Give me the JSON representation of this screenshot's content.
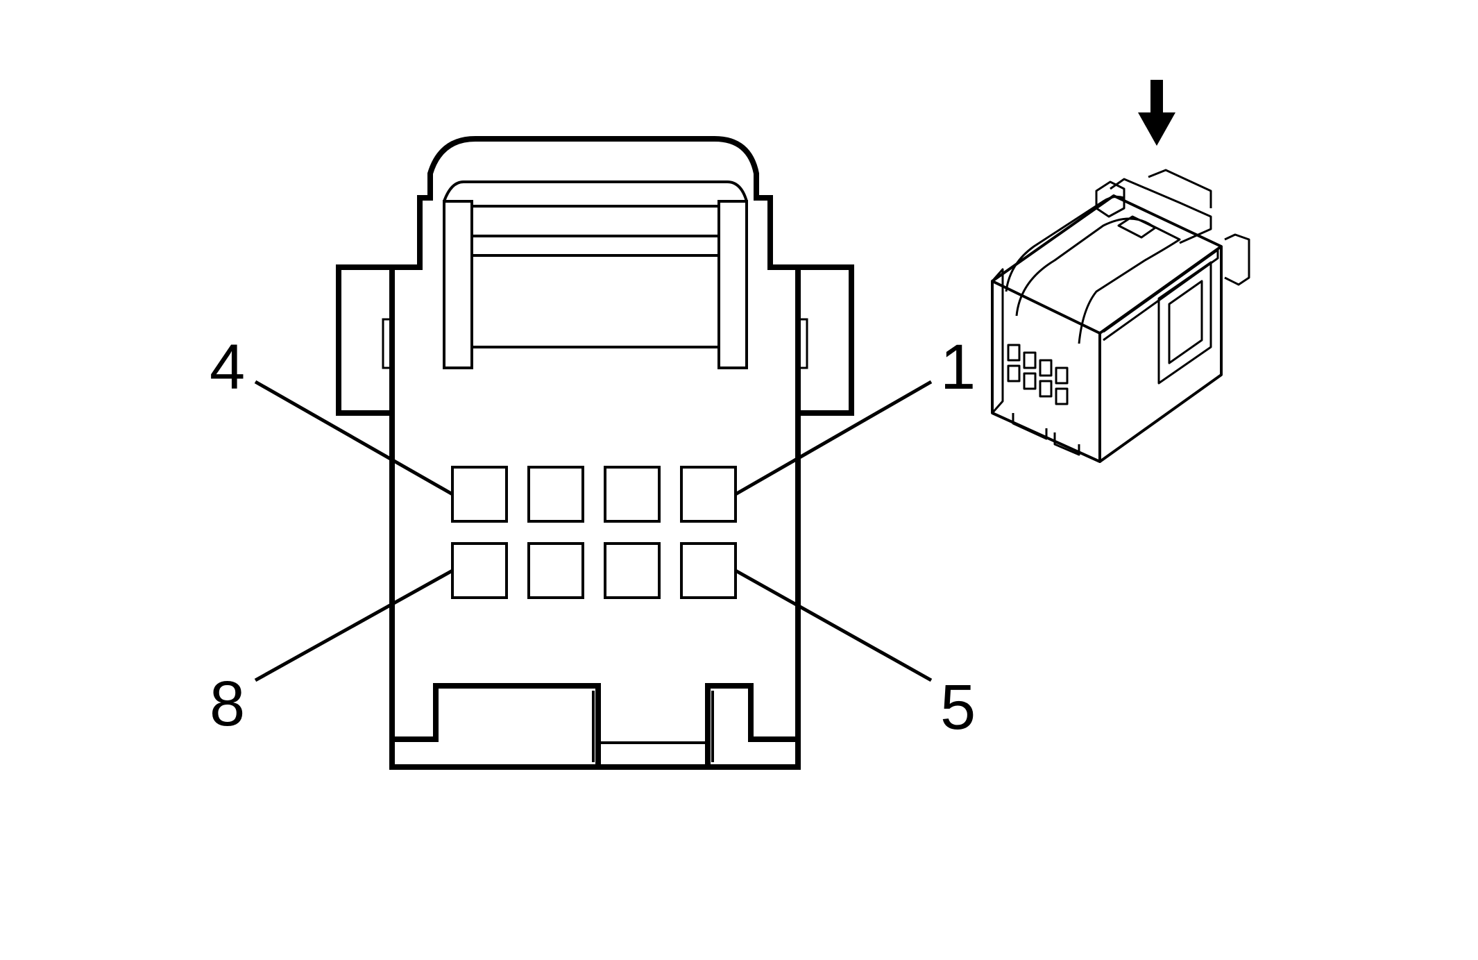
{
  "diagram": {
    "pin_labels": {
      "top_left": "4",
      "top_right": "1",
      "bottom_left": "8",
      "bottom_right": "5"
    },
    "cavity_count": 8,
    "icons": {
      "view_arrow": "down-arrow-icon",
      "connector_3d": "connector-isometric-icon"
    },
    "colors": {
      "line": "#000000",
      "background": "#ffffff"
    }
  }
}
